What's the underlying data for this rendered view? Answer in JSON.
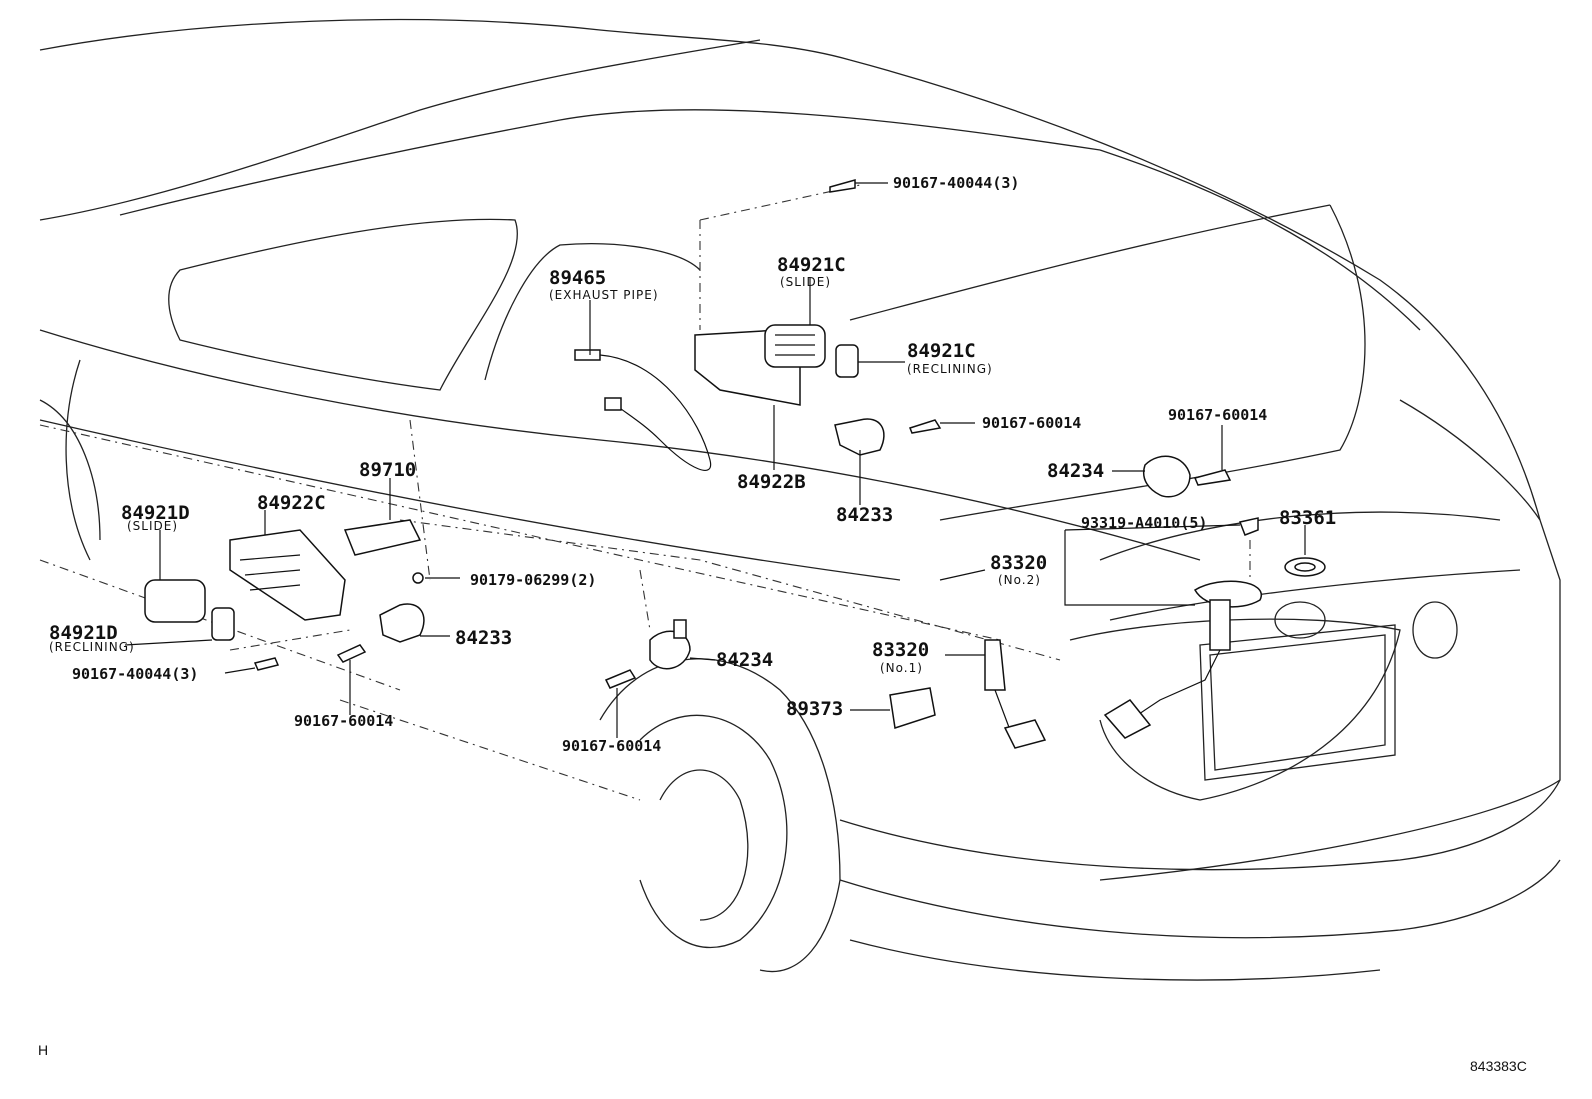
{
  "parts": {
    "p89465": {
      "number": "89465",
      "desc": "(EXHAUST PIPE)"
    },
    "p84921c_slide": {
      "number": "84921C",
      "desc": "(SLIDE)"
    },
    "p84921c_recl": {
      "number": "84921C",
      "desc": "(RECLINING)"
    },
    "p90167_40044_top": {
      "number": "90167-40044(3)"
    },
    "p90167_60014_mid": {
      "number": "90167-60014"
    },
    "p90167_60014_right": {
      "number": "90167-60014"
    },
    "p84234_right": {
      "number": "84234"
    },
    "p84922b": {
      "number": "84922B"
    },
    "p84233_mid": {
      "number": "84233"
    },
    "p93319": {
      "number": "93319-A4010(5)"
    },
    "p83361": {
      "number": "83361"
    },
    "p83320_no2": {
      "number": "83320",
      "desc": "(No.2)"
    },
    "p89710": {
      "number": "89710"
    },
    "p84922c": {
      "number": "84922C"
    },
    "p84921d_slide": {
      "number": "84921D",
      "desc": "(SLIDE)"
    },
    "p84921d_recl": {
      "number": "84921D",
      "desc": "(RECLINING)"
    },
    "p90179": {
      "number": "90179-06299(2)"
    },
    "p84233_left": {
      "number": "84233"
    },
    "p90167_40044_left": {
      "number": "90167-40044(3)"
    },
    "p90167_60014_left": {
      "number": "90167-60014"
    },
    "p84234_mid": {
      "number": "84234"
    },
    "p83320_no1": {
      "number": "83320",
      "desc": "(No.1)"
    },
    "p89373": {
      "number": "89373"
    },
    "p90167_60014_bottom": {
      "number": "90167-60014"
    }
  },
  "corner_left": "H",
  "diagram_code": "843383C"
}
